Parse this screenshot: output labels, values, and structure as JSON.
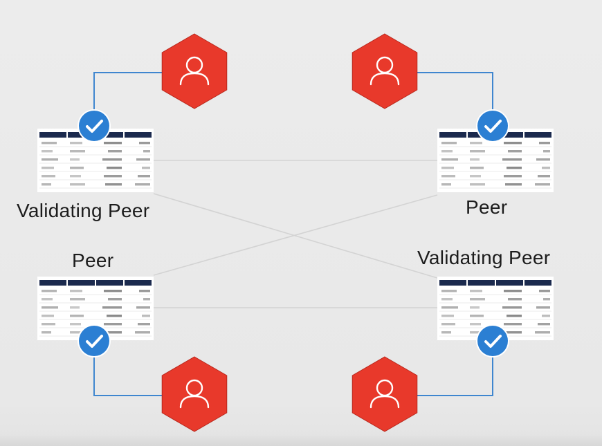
{
  "nodes": {
    "top_left": {
      "label": "Validating Peer",
      "validated": true
    },
    "top_right": {
      "label": "Peer",
      "validated": true
    },
    "bottom_left": {
      "label": "Peer",
      "validated": true
    },
    "bottom_right": {
      "label": "Validating Peer",
      "validated": true
    }
  },
  "icons": {
    "user": "user-hexagon-icon",
    "check": "check-badge-icon",
    "ledger": "ledger-table-icon"
  },
  "colors": {
    "background": "#e9e9e9",
    "hexagon": "#e8392b",
    "badge": "#2b7fd3",
    "connector": "#3f86cf",
    "table_header": "#1b2a4e",
    "mesh_line": "#d2d2d2",
    "label_text": "#1c1c1c"
  }
}
